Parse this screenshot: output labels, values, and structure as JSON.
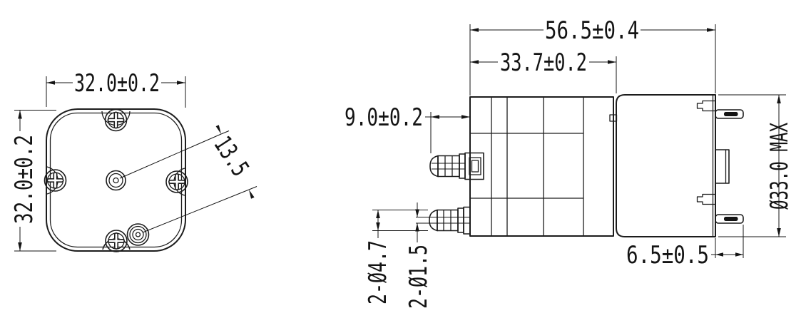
{
  "drawing": {
    "background": "#ffffff",
    "line_color": "#1c1c1c",
    "type": "engineering-dimension-drawing",
    "subject": "diaphragm pump with motor, two views",
    "front_view": {
      "label": "front-face-view",
      "dim_width": "32.0±0.2",
      "dim_height": "32.0±0.2",
      "dim_port_offset": "13.5"
    },
    "side_view": {
      "label": "side-profile-view",
      "dim_overall_length": "56.5±0.4",
      "dim_head_length": "33.7±0.2",
      "dim_port_protrusion": "9.0±0.2",
      "dim_barb_outer_diameter": "2-Ø4.7",
      "dim_barb_inner_diameter": "2-Ø1.5",
      "dim_terminal_length": "6.5±0.5",
      "dim_motor_diameter": "Ø33.0 MAX"
    }
  }
}
